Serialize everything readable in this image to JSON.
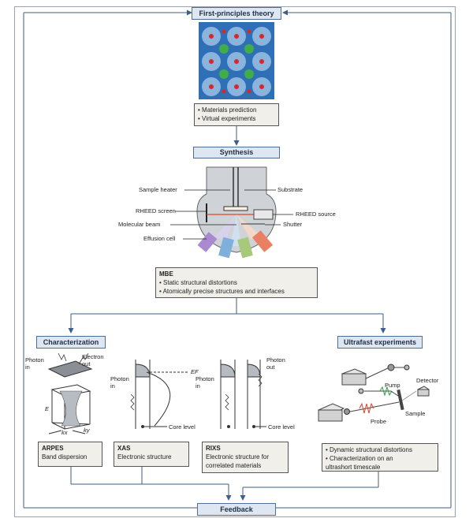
{
  "boxes": {
    "theory": "First-principles theory",
    "synthesis": "Synthesis",
    "characterization": "Characterization",
    "ultrafast": "Ultrafast experiments",
    "feedback": "Feedback"
  },
  "theory_outputs": [
    "Materials prediction",
    "Virtual experiments"
  ],
  "mbe": {
    "title": "MBE",
    "items": [
      "Static structural distortions",
      "Atomically precise structures and interfaces"
    ]
  },
  "mbe_labels": {
    "sample_heater": "Sample heater",
    "substrate": "Substrate",
    "rheed_screen": "RHEED screen",
    "rheed_source": "RHEED source",
    "molecular_beam": "Molecular beam",
    "shutter": "Shutter",
    "effusion_cell": "Effusion cell"
  },
  "arpes": {
    "title": "ARPES",
    "desc": "Band dispersion",
    "photon_in": "Photon\nin",
    "electron_out": "Electron\nout",
    "e": "E",
    "kx": "kx",
    "ky": "ky"
  },
  "xas": {
    "title": "XAS",
    "desc": "Electronic structure",
    "photon_in": "Photon\nin",
    "ef": "EF",
    "core": "Core level"
  },
  "rixs": {
    "title": "RIXS",
    "desc": "Electronic structure for\ncorrelated materials",
    "photon_in": "Photon\nin",
    "photon_out": "Photon\nout",
    "core": "Core level"
  },
  "ultra": {
    "items": [
      "Dynamic structural distortions",
      "Characterization on an\nultrashort timescale"
    ],
    "pump": "Pump",
    "probe": "Probe",
    "detector": "Detector",
    "sample": "Sample"
  },
  "colors": {
    "box_fill": "#dde6f1",
    "box_border": "#4d6d93",
    "arrow": "#3f5f86",
    "beam_red": "#d9442b"
  }
}
